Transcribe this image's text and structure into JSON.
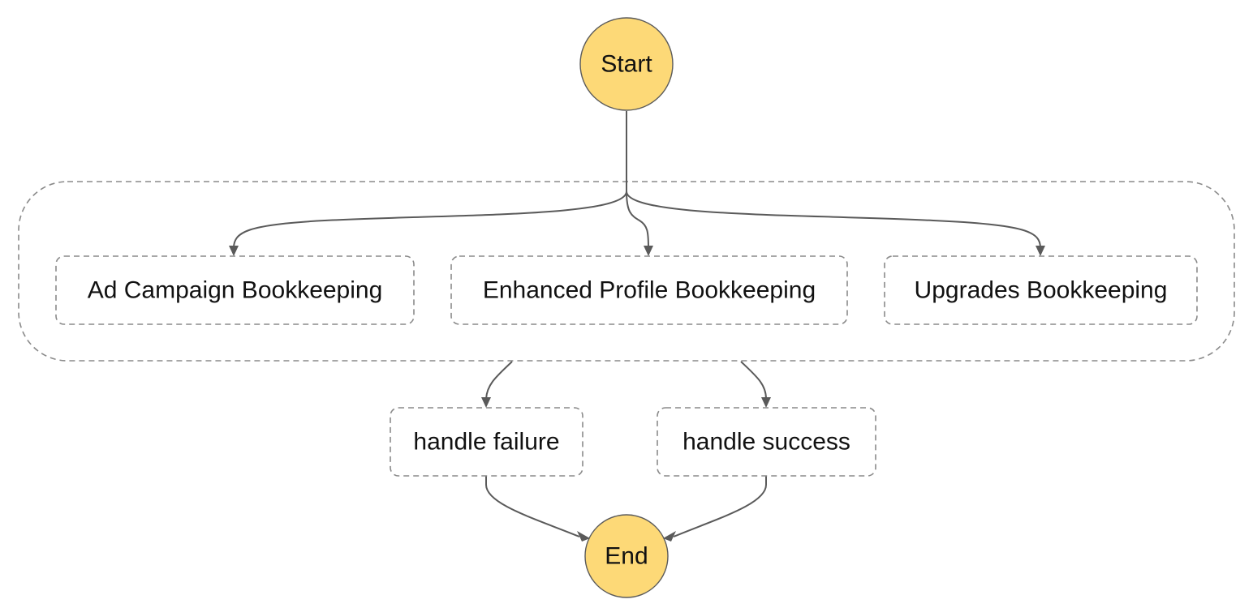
{
  "diagram": {
    "start_label": "Start",
    "end_label": "End",
    "parallel_branches": [
      "Ad Campaign Bookkeeping",
      "Enhanced Profile Bookkeeping",
      "Upgrades Bookkeeping"
    ],
    "handlers": {
      "failure": "handle failure",
      "success": "handle success"
    },
    "colors": {
      "terminal_fill": "#fdd977",
      "edge": "#5a5a5a",
      "dashed_border": "#8a8a8a"
    }
  }
}
